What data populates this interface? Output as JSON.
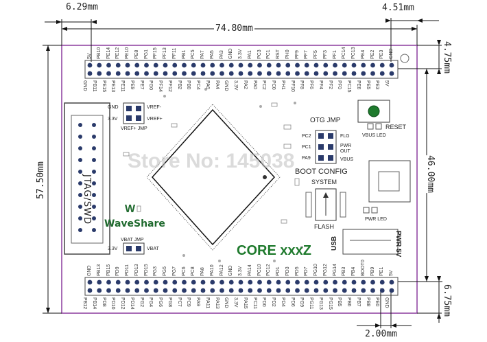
{
  "dimensions": {
    "left_offset": "6.29mm",
    "right_offset": "4.51mm",
    "width": "74.80mm",
    "height": "57.50mm",
    "top_offset": "4.75mm",
    "header_span": "46.00mm",
    "bottom_offset": "6.75mm",
    "pitch": "2.00mm"
  },
  "header_top": {
    "row_top": [
      "5V",
      "PB10",
      "PE14",
      "PE12",
      "PE10",
      "PE8",
      "PG1",
      "PF15",
      "PF13",
      "PF11",
      "PB1",
      "PC5",
      "PA7",
      "PA5",
      "PA3",
      "GND",
      "3.3V",
      "PA1",
      "PC3",
      "PC1",
      "RST",
      "PH0",
      "PF9",
      "PF7",
      "PF5",
      "PF3",
      "PF1",
      "PC14",
      "PC13",
      "PE4",
      "PE2",
      "PE3",
      "GND"
    ],
    "row_bottom": [
      "GND",
      "PB11",
      "PE15",
      "PE13",
      "PE11",
      "PE9",
      "PE7",
      "PG0",
      "PF14",
      "PF12",
      "PB2",
      "PB0",
      "PC4",
      "PA6",
      "PA4",
      "GND",
      "3.3V",
      "PA2",
      "PA0",
      "PC2",
      "PC0",
      "PH1",
      "PF10",
      "PF8",
      "PF6",
      "PF4",
      "PF2",
      "PF0",
      "PC15",
      "PE6",
      "PE5",
      "PE3",
      "5V"
    ]
  },
  "header_bottom": {
    "row_top": [
      "GND",
      "PB13",
      "PB15",
      "PD9",
      "PD11",
      "PD13",
      "PD15",
      "PG3",
      "PG5",
      "PG7",
      "PC6",
      "PC8",
      "PA8",
      "PA10",
      "PA12",
      "GND",
      "3.3V",
      "PA14",
      "PC10",
      "PC12",
      "PD1",
      "PD3",
      "PD5",
      "PD7",
      "PG10",
      "PG12",
      "PG14",
      "PB3",
      "PB4",
      "BOOT0",
      "PB9",
      "PE1",
      "5V"
    ],
    "row_bottom": [
      "PB12",
      "PB14",
      "PD8",
      "PD10",
      "PD12",
      "PD14",
      "PG2",
      "PG4",
      "PG6",
      "PG8",
      "PC7",
      "PC9",
      "PA9",
      "PA11",
      "PA13",
      "GND",
      "3.3V",
      "PA15",
      "PC11",
      "PD0",
      "PD2",
      "PD4",
      "PD6",
      "PG9",
      "PG11",
      "PG13",
      "PG15",
      "PB5",
      "PB6",
      "PB7",
      "PB8",
      "PE0",
      "GND"
    ]
  },
  "board": {
    "jtag_label": "JTAG/SWD",
    "vref_labels": [
      "GND",
      "3.3V",
      "VREF-",
      "VREF+"
    ],
    "vref_jmp": "VREF+ JMP",
    "brand": "WaveShare",
    "vbat_jmp": "VBAT JMP",
    "vbat_labels": [
      "3.3V",
      "VBAT"
    ],
    "otg_jmp": "OTG JMP",
    "otg_left": [
      "PC2",
      "PC1",
      "PA9"
    ],
    "otg_right": [
      "FLG",
      "PWR OUT",
      "VBUS"
    ],
    "boot_config": "BOOT CONFIG",
    "system": "SYSTEM",
    "flash": "FLASH",
    "reset": "RESET",
    "vbus_led": "VBUS LED",
    "pwr_led": "PWR LED",
    "usb": "USB",
    "pwr5v": "PWR 5V",
    "core": "CORE xxxZ",
    "watermark": "Store No: 145038"
  }
}
